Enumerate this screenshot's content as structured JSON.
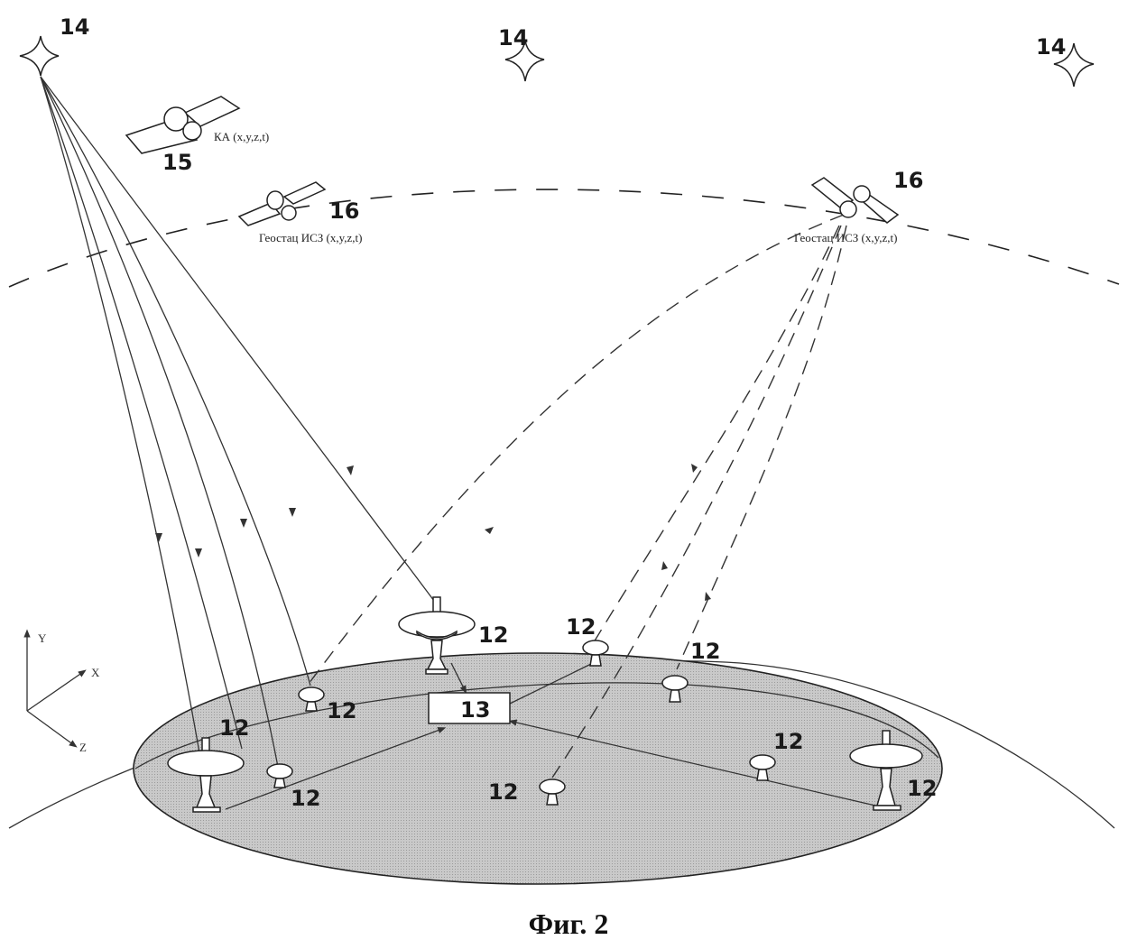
{
  "figure": {
    "caption": "Фиг. 2",
    "labels": {
      "star": "14",
      "spacecraft": "15",
      "geo_satellite": "16",
      "ground_station": "12",
      "processing_center": "13"
    },
    "spacecraft_text": "КА (x,y,z,t)",
    "geo_satellite_left_text": "Геостац ИСЗ (x,y,z,t)",
    "geo_satellite_right_text": "Геостац ИСЗ (x,y,z,t)",
    "axes": {
      "y": "Y",
      "x": "X",
      "z": "Z"
    }
  }
}
